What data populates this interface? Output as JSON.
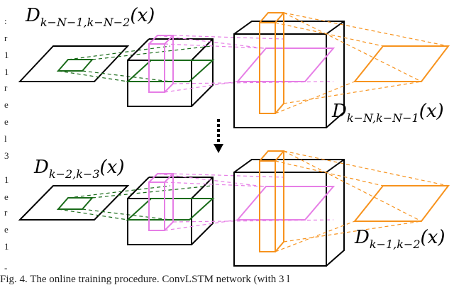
{
  "labels": {
    "top_left": {
      "main": "D",
      "sub": "k−N−1,k−N−2",
      "arg": "(x)"
    },
    "top_right": {
      "main": "D",
      "sub": "k−N,k−N−1",
      "arg": "(x)"
    },
    "bottom_left": {
      "main": "D",
      "sub": "k−2,k−3",
      "arg": "(x)"
    },
    "bottom_right": {
      "main": "D",
      "sub": "k−1,k−2",
      "arg": "(x)"
    }
  },
  "margin_glyphs": [
    ":",
    "r",
    "1",
    "1",
    "r",
    "e",
    "e",
    "l",
    "3",
    "1",
    "e",
    "r",
    "e",
    "1",
    "-"
  ],
  "caption": "Fig. 4. The online training procedure. ConvLSTM network (with 3 l",
  "colors": {
    "cube": "#000000",
    "green": "#1a6b1a",
    "magenta": "#e67ee6",
    "orange": "#f7931e"
  },
  "icons": [
    "dashed-arrow-icon"
  ]
}
